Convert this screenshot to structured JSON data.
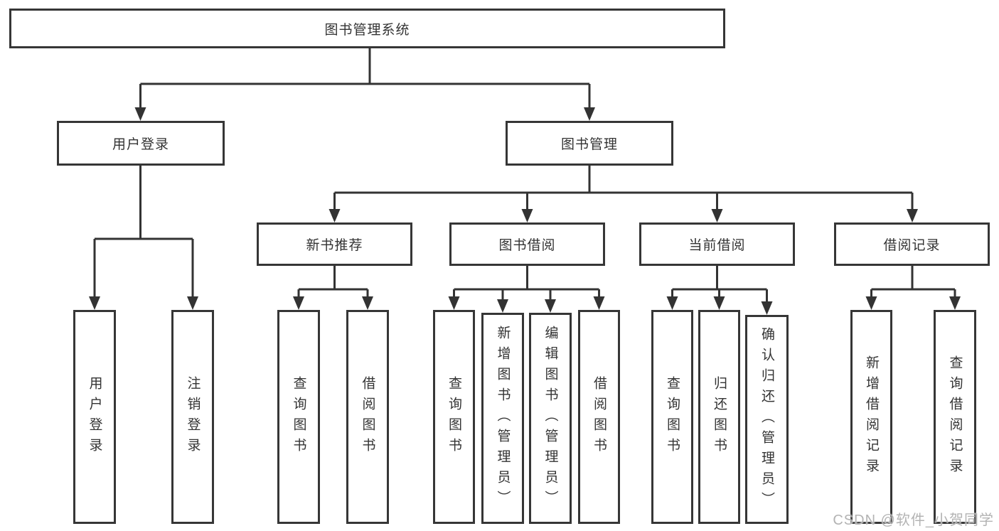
{
  "colors": {
    "background": "#ffffff",
    "line": "#333333",
    "border": "#363636",
    "text": "#333333",
    "watermark": "#b3b3b3"
  },
  "watermark": {
    "text": "CSDN @软件_小贺同学"
  },
  "tree": {
    "label": "图书管理系统",
    "children": [
      {
        "label": "用户登录",
        "children": [
          {
            "label": "用户登录"
          },
          {
            "label": "注销登录"
          }
        ]
      },
      {
        "label": "图书管理",
        "children": [
          {
            "label": "新书推荐",
            "children": [
              {
                "label": "查询图书"
              },
              {
                "label": "借阅图书"
              }
            ]
          },
          {
            "label": "图书借阅",
            "children": [
              {
                "label": "查询图书"
              },
              {
                "label": "新增图书（管理员）"
              },
              {
                "label": "编辑图书（管理员）"
              },
              {
                "label": "借阅图书"
              }
            ]
          },
          {
            "label": "当前借阅",
            "children": [
              {
                "label": "查询图书"
              },
              {
                "label": "归还图书"
              },
              {
                "label": "确认归还（管理员）"
              }
            ]
          },
          {
            "label": "借阅记录",
            "children": [
              {
                "label": "新增借阅记录"
              },
              {
                "label": "查询借阅记录"
              }
            ]
          }
        ]
      }
    ]
  }
}
